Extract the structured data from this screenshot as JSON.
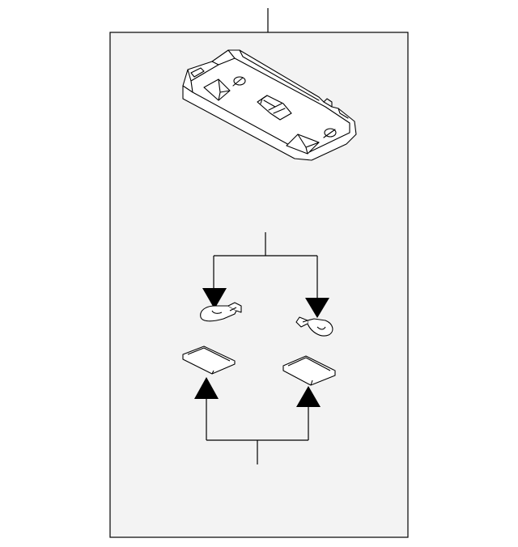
{
  "diagram": {
    "colors": {
      "background": "#ffffff",
      "panel_fill": "#f3f3f3",
      "panel_border": "#000000",
      "stroke": "#000000",
      "part_fill": "#ffffff",
      "arrow_fill": "#000000"
    },
    "parts": [
      {
        "id": "dome-lamp-assembly"
      },
      {
        "id": "bulb-left"
      },
      {
        "id": "bulb-right"
      },
      {
        "id": "lens-left"
      },
      {
        "id": "lens-right"
      }
    ]
  }
}
